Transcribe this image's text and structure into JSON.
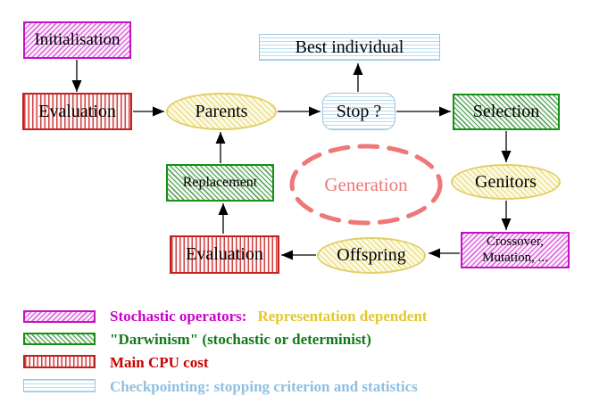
{
  "diagram": {
    "title_hint": "evolutionary algorithm generation loop",
    "nodes": {
      "initialisation": {
        "label": "Initialisation",
        "style": "stochastic-magenta-hatch"
      },
      "best_individual": {
        "label": "Best individual",
        "style": "checkpointing-cyan-lines"
      },
      "evaluation_top": {
        "label": "Evaluation",
        "style": "cpu-red-vertical-lines"
      },
      "parents": {
        "label": "Parents",
        "style": "yellow-ellipse"
      },
      "stop": {
        "label": "Stop ?",
        "style": "checkpointing-cyan-lines-rounded"
      },
      "selection": {
        "label": "Selection",
        "style": "darwinism-green-hatch"
      },
      "replacement": {
        "label": "Replacement",
        "style": "darwinism-green-hatch"
      },
      "generation": {
        "label": "Generation",
        "style": "salmon-dashed-ellipse"
      },
      "genitors": {
        "label": "Genitors",
        "style": "yellow-ellipse"
      },
      "evaluation_bottom": {
        "label": "Evaluation",
        "style": "cpu-red-vertical-lines"
      },
      "offspring": {
        "label": "Offspring",
        "style": "yellow-ellipse"
      },
      "crossover_mutation": {
        "line1": "Crossover,",
        "line2": "Mutation, ...",
        "style": "stochastic-magenta-hatch"
      }
    },
    "edges": [
      {
        "from": "initialisation",
        "to": "evaluation_top"
      },
      {
        "from": "evaluation_top",
        "to": "parents"
      },
      {
        "from": "parents",
        "to": "stop"
      },
      {
        "from": "stop",
        "to": "best_individual"
      },
      {
        "from": "stop",
        "to": "selection"
      },
      {
        "from": "selection",
        "to": "genitors"
      },
      {
        "from": "genitors",
        "to": "crossover_mutation"
      },
      {
        "from": "crossover_mutation",
        "to": "offspring"
      },
      {
        "from": "offspring",
        "to": "evaluation_bottom"
      },
      {
        "from": "evaluation_bottom",
        "to": "replacement"
      },
      {
        "from": "replacement",
        "to": "parents"
      }
    ],
    "legend": [
      {
        "swatch": "magenta-diagonal-hatch",
        "text": "Stochastic operators:",
        "text2": "Representation dependent"
      },
      {
        "swatch": "green-diagonal-hatch",
        "text": "\"Darwinism\" (stochastic or determinist)"
      },
      {
        "swatch": "red-vertical-lines",
        "text": "Main CPU cost"
      },
      {
        "swatch": "cyan-horizontal-lines",
        "text": "Checkpointing: stopping criterion and statistics"
      }
    ],
    "colors": {
      "magenta": "#cc00cc",
      "green": "#169016",
      "red": "#cc1111",
      "yellow_text": "#e3c732",
      "yellow_border": "#e2cf6a",
      "cyan": "#99c6e0",
      "salmon": "#ee7777",
      "text": "#000000",
      "background": "#ffffff"
    }
  }
}
